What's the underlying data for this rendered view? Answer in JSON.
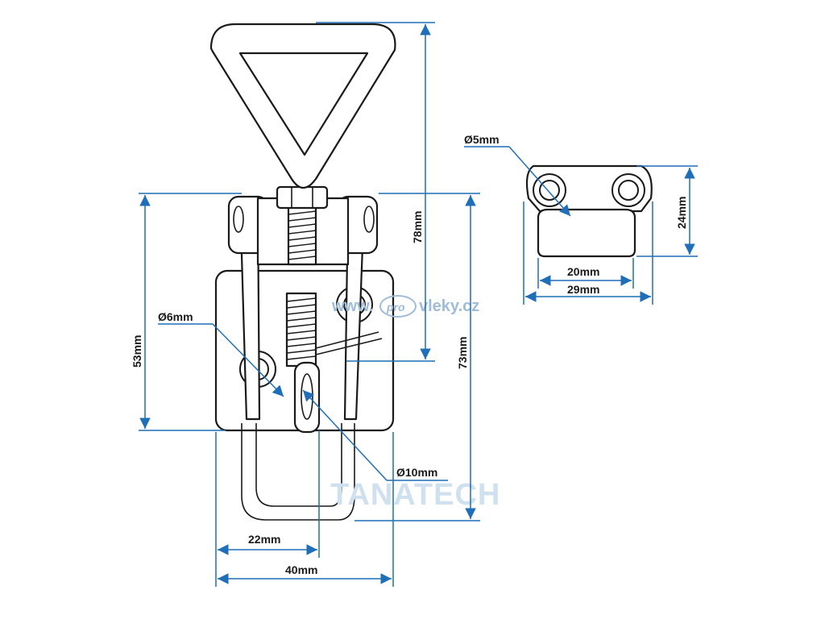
{
  "dimensions": {
    "total_height": "78mm",
    "base_height": "53mm",
    "hook_height": "73mm",
    "base_hole": "Ø6mm",
    "pivot_hole": "Ø10mm",
    "hook_inner_width": "22mm",
    "base_width": "40mm",
    "strike_hole": "Ø5mm",
    "strike_height": "24mm",
    "strike_inner_width": "20mm",
    "strike_width": "29mm"
  },
  "watermark": {
    "url_prefix": "www.",
    "url_logo": "pro",
    "url_suffix": "vleky.cz",
    "brand": "TANATECH"
  },
  "colors": {
    "dimension_line": "#1f6fb8",
    "outline": "#1a1a1a"
  }
}
